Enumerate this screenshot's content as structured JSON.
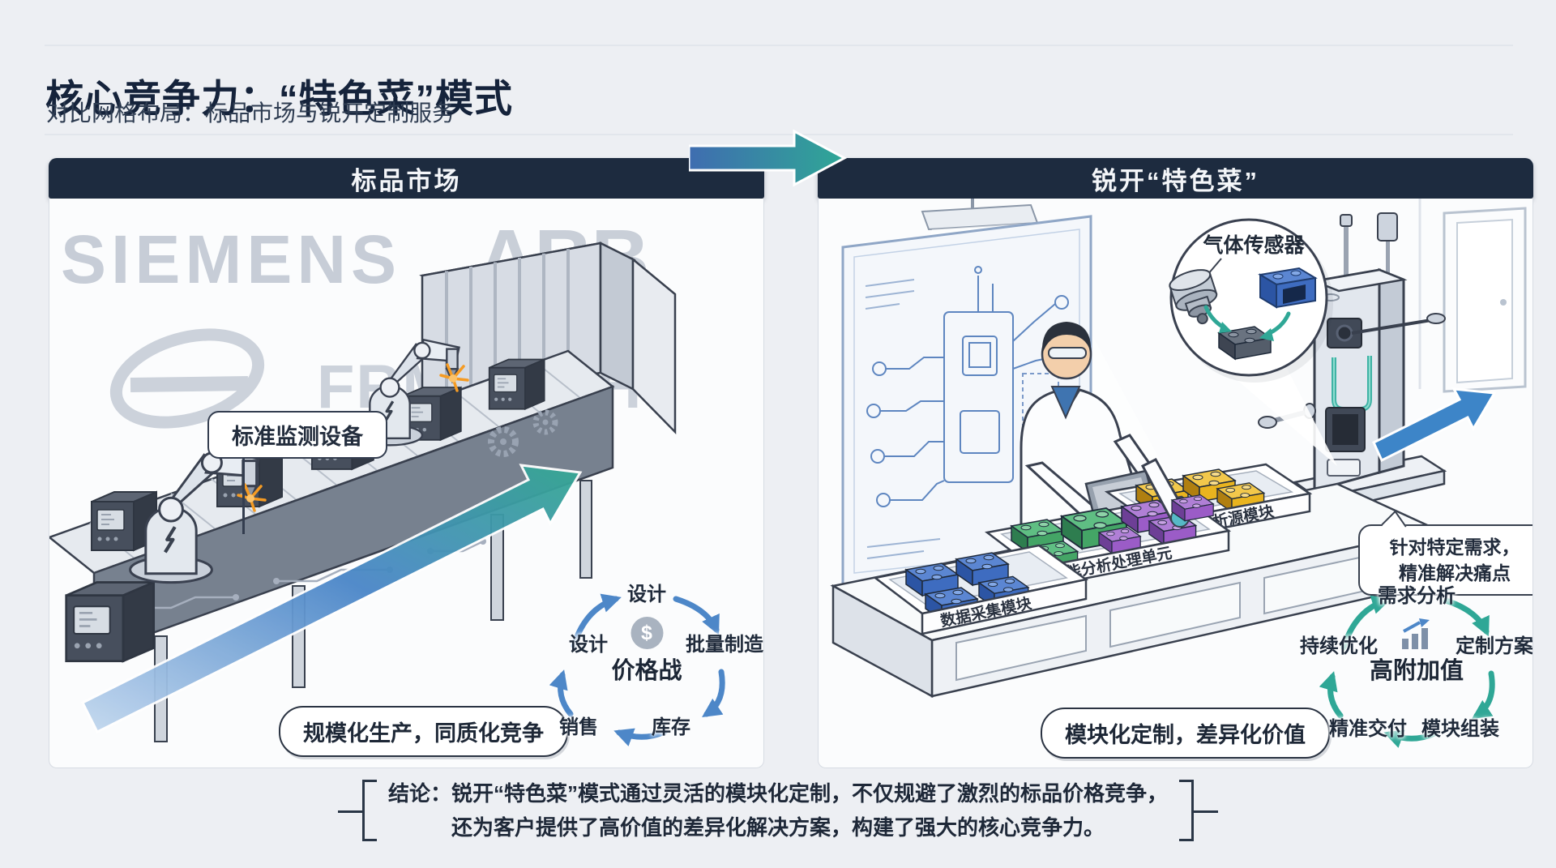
{
  "page": {
    "title": "核心竞争力：“特色菜”模式",
    "subtitle": "对比网格布局：标品市场与锐开定制服务"
  },
  "panels": {
    "standard": {
      "header": "标品市场",
      "watermarks": {
        "w1": "SIEMENS",
        "w2": "ABB",
        "w3": "FRMHOCH"
      },
      "device_tag": "标准监测设备",
      "caption": "规模化生产，同质化竞争",
      "cycle": {
        "center": "价格战",
        "top": "设计",
        "right": "批量制造",
        "bottom_right": "库存",
        "bottom_left": "销售",
        "left": "设计"
      }
    },
    "custom": {
      "header": "锐开“特色菜”",
      "callout": "气体传感器",
      "trays": {
        "t1": "数据采集模块",
        "t2": "智能分析处理单元",
        "t3": "数据与析源模块"
      },
      "note_line1": "针对特定需求，",
      "note_line2": "精准解决痛点",
      "caption": "模块化定制，差异化价值",
      "cycle": {
        "center": "高附加值",
        "top": "需求分析",
        "right": "定制方案",
        "bottom_right": "模块组装",
        "bottom_left": "精准交付",
        "left": "持续优化"
      }
    }
  },
  "conclusion": {
    "line1": "结论：锐开“特色菜”模式通过灵活的模块化定制，不仅规避了激烈的标品价格竞争，",
    "line2": "还为客户提供了高价值的差异化解决方案，构建了强大的核心竞争力。"
  },
  "colors": {
    "header_bar": "#1d2b3f",
    "flow_blue": "#4a86c8",
    "flow_teal": "#35a893",
    "cycle_blue": "#4d87c8",
    "cycle_teal": "#2fa796",
    "brick_blue": "#3e6cc0",
    "brick_green": "#44a566",
    "brick_purple": "#9b5cc7",
    "brick_yellow": "#e9b41f",
    "spark_orange": "#f59b23"
  }
}
